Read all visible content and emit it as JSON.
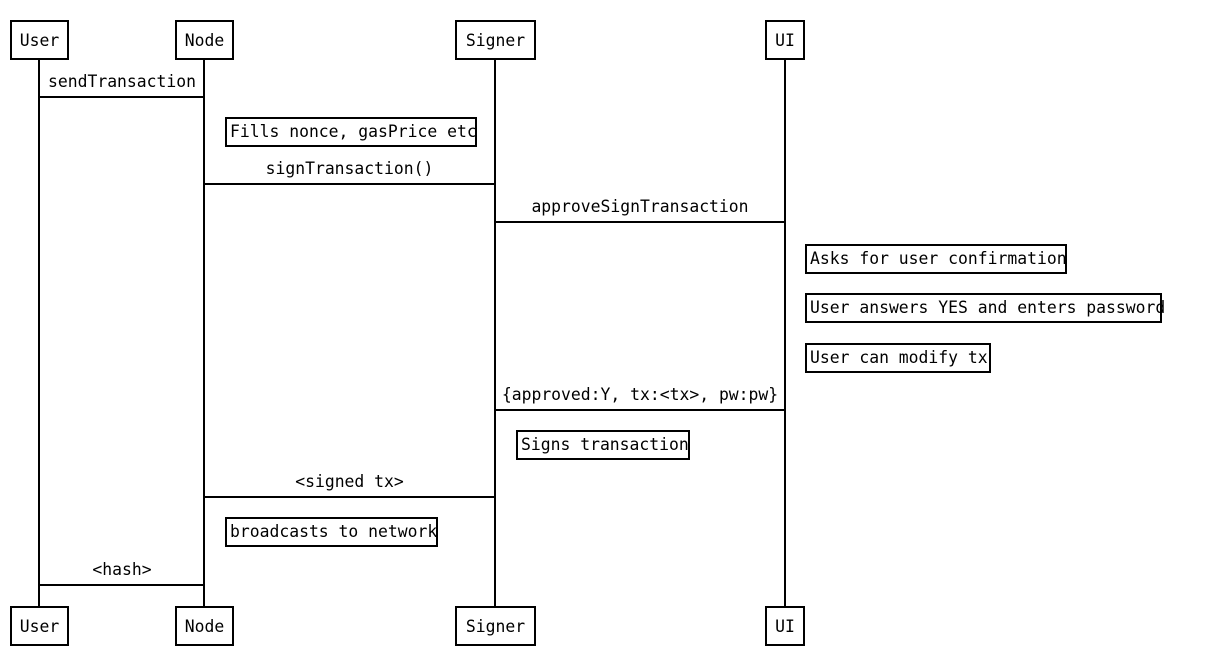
{
  "diagram": {
    "kind": "sequence-diagram",
    "colors": {
      "line": "#000000",
      "background": "#ffffff",
      "text": "#000000"
    },
    "actors": [
      {
        "id": "user",
        "label": "User"
      },
      {
        "id": "node",
        "label": "Node"
      },
      {
        "id": "signer",
        "label": "Signer"
      },
      {
        "id": "ui",
        "label": "UI"
      }
    ],
    "messages": [
      {
        "from": "User",
        "to": "Node",
        "label": "sendTransaction"
      },
      {
        "from": "Node",
        "to": "Signer",
        "label": "signTransaction()"
      },
      {
        "from": "Signer",
        "to": "UI",
        "label": "approveSignTransaction"
      },
      {
        "from": "UI",
        "to": "Signer",
        "label": "{approved:Y, tx:<tx>, pw:pw}"
      },
      {
        "from": "Signer",
        "to": "Node",
        "label": "<signed tx>"
      },
      {
        "from": "Node",
        "to": "User",
        "label": "<hash>"
      }
    ],
    "notes": [
      {
        "actor": "Node",
        "label": "Fills nonce, gasPrice etc"
      },
      {
        "actor": "UI",
        "label": "Asks for user confirmation"
      },
      {
        "actor": "UI",
        "label": "User answers YES and enters password"
      },
      {
        "actor": "UI",
        "label": "User can modify tx"
      },
      {
        "actor": "Signer",
        "label": "Signs transaction"
      },
      {
        "actor": "Node",
        "label": "broadcasts to network"
      }
    ]
  }
}
